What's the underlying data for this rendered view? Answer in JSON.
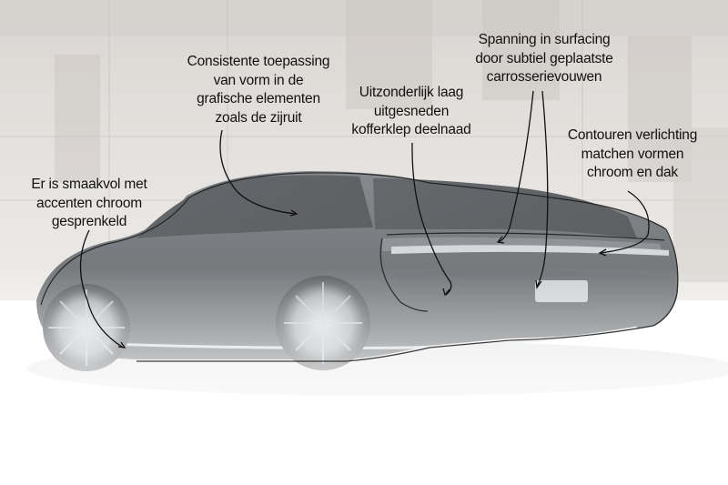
{
  "image": {
    "subject": "luxury-sedan-rear-three-quarter",
    "colors": {
      "background": "#ffffff",
      "building": "#d9d5d1",
      "car_body": "#3d4247",
      "car_dark": "#1f2327",
      "chrome": "#cfd3d6",
      "taillight": "#b9c0c6",
      "annotation_ink": "#111111"
    }
  },
  "annotations": [
    {
      "id": "chrome",
      "lines": [
        "Er is smaakvol met",
        "accenten chroom",
        "gesprenkeld"
      ]
    },
    {
      "id": "shape",
      "lines": [
        "Consistente toepassing",
        "van vorm in de",
        "grafische elementen",
        "zoals de zijruit"
      ]
    },
    {
      "id": "trunk",
      "lines": [
        "Uitzonderlijk laag",
        "uitgesneden",
        "kofferklep deelnaad"
      ]
    },
    {
      "id": "surfacing",
      "lines": [
        "Spanning in surfacing",
        "door subtiel geplaatste",
        "carrosserievouwen"
      ]
    },
    {
      "id": "lights",
      "lines": [
        "Contouren verlichting",
        "matchen vormen",
        "chroom en dak"
      ]
    }
  ]
}
